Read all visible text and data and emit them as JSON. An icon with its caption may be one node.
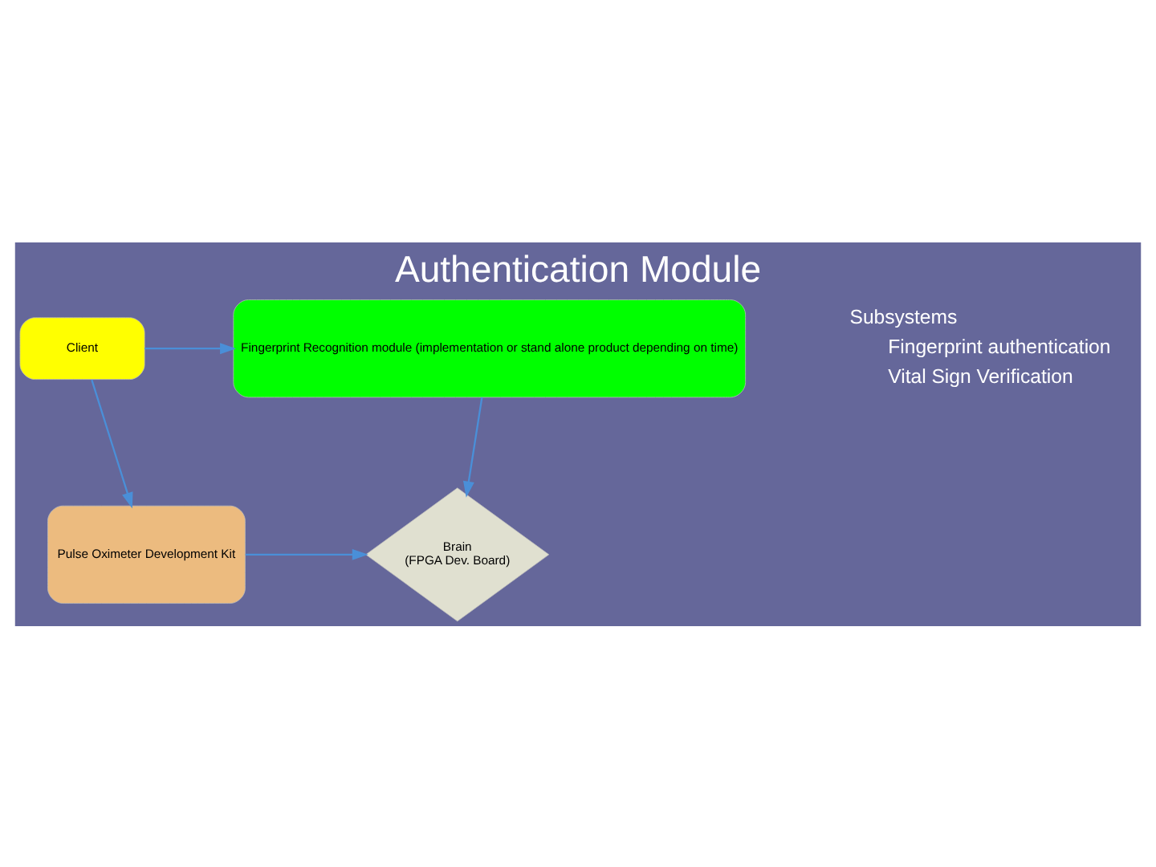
{
  "diagram": {
    "title": "Authentication Module",
    "nodes": [
      {
        "text": [
          "Client"
        ]
      },
      {
        "text": [
          "Fingerprint Recognition module (implementation or stand alone product depending on time)"
        ]
      },
      {
        "text": [
          "Pulse Oximeter Development Kit"
        ]
      },
      {
        "text": [
          "Brain",
          "(FPGA Dev. Board)"
        ]
      }
    ],
    "edges": [
      {
        "from": 0,
        "to": 1,
        "arrow": "to"
      },
      {
        "from": 0,
        "to": 2,
        "arrow": "to"
      },
      {
        "from": 1,
        "to": 3,
        "arrow": "to"
      },
      {
        "from": 2,
        "to": 3,
        "arrow": "to"
      }
    ],
    "labels": [
      "Subsystems",
      "Fingerprint authentication",
      "Vital Sign Verification"
    ]
  }
}
